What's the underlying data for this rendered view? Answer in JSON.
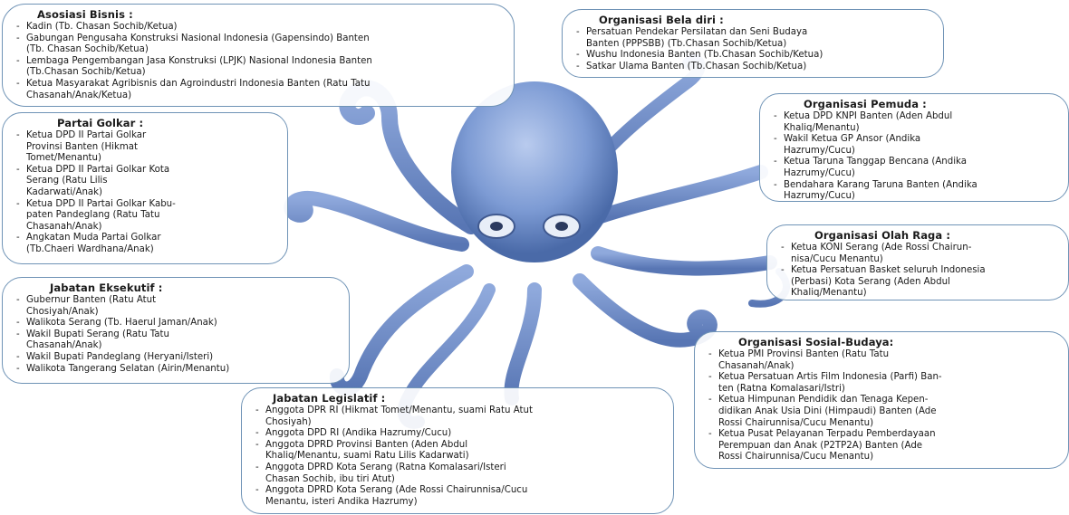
{
  "colors": {
    "box_border": "#6f93b6",
    "octopus_body": "#7d9bd4",
    "octopus_dark": "#4a6aa8",
    "octopus_light": "#b9cbee"
  },
  "illustration": {
    "name": "octopus-illustration"
  },
  "boxes": {
    "asosiasi": {
      "title": "Asosiasi Bisnis :",
      "items": [
        "Kadin  (Tb. Chasan Sochib/Ketua)",
        "Gabungan Pengusaha Konstruksi Nasional Indonesia  (Gapensindo) Banten\n(Tb. Chasan Sochib/Ketua)",
        "Lembaga Pengembangan Jasa Konstruksi (LPJK) Nasional Indonesia Banten\n(Tb.Chasan Sochib/Ketua)",
        "Ketua Masyarakat Agribisnis dan Agroindustri Indonesia Banten (Ratu Tatu\n  Chasanah/Anak/Ketua)"
      ]
    },
    "golkar": {
      "title": "Partai Golkar :",
      "items": [
        "Ketua DPD II Partai Golkar\nProvinsi Banten (Hikmat\nTomet/Menantu)",
        "Ketua DPD II Partai Golkar Kota\nSerang (Ratu Lilis\nKadarwati/Anak)",
        "Ketua DPD II Partai Golkar Kabu-\npaten Pandeglang (Ratu Tatu\nChasanah/Anak)",
        "Angkatan Muda Partai Golkar\n(Tb.Chaeri Wardhana/Anak)"
      ]
    },
    "eksekutif": {
      "title": "Jabatan Eksekutif :",
      "items": [
        "Gubernur Banten (Ratu Atut\nChosiyah/Anak)",
        "Walikota Serang (Tb. Haerul Jaman/Anak)",
        "Wakil Bupati Serang (Ratu Tatu\nChasanah/Anak)",
        "Wakil Bupati Pandeglang (Heryani/Isteri)",
        "Walikota Tangerang Selatan (Airin/Menantu)"
      ]
    },
    "legislatif": {
      "title": "Jabatan Legislatif :",
      "items": [
        "Anggota DPR RI (Hikmat Tomet/Menantu, suami Ratu Atut\nChosiyah)",
        "Anggota DPD RI (Andika Hazrumy/Cucu)",
        "Anggota DPRD Provinsi Banten (Aden Abdul\nKhaliq/Menantu, suami Ratu Lilis Kadarwati)",
        "Anggota DPRD Kota  Serang (Ratna Komalasari/Isteri\nChasan Sochib, ibu tiri Atut)",
        "Anggota DPRD Kota Serang (Ade Rossi Chairunnisa/Cucu\nMenantu,  isteri Andika Hazrumy)"
      ]
    },
    "beladiri": {
      "title": "Organisasi Bela diri :",
      "items": [
        "Persatuan Pendekar Persilatan dan Seni Budaya\nBanten (PPPSBB) (Tb.Chasan Sochib/Ketua)",
        "Wushu Indonesia Banten (Tb.Chasan Sochib/Ketua)",
        "Satkar Ulama Banten (Tb.Chasan Sochib/Ketua)"
      ]
    },
    "pemuda": {
      "title": "Organisasi Pemuda :",
      "items": [
        "Ketua DPD KNPI Banten (Aden Abdul\nKhaliq/Menantu)",
        "Wakil Ketua GP Ansor (Andika\nHazrumy/Cucu)",
        "Ketua Taruna Tanggap Bencana (Andika\nHazrumy/Cucu)",
        "Bendahara Karang Taruna Banten (Andika\n  Hazrumy/Cucu)"
      ]
    },
    "olahraga": {
      "title": "Organisasi Olah Raga :",
      "items": [
        "Ketua KONI Serang (Ade Rossi Chairun-\nnisa/Cucu Menantu)",
        "Ketua Persatuan Basket seluruh Indonesia\n(Perbasi) Kota Serang (Aden Abdul\nKhaliq/Menantu)"
      ]
    },
    "sosial": {
      "title": "Organisasi Sosial-Budaya:",
      "items": [
        "Ketua PMI Provinsi Banten (Ratu Tatu\nChasanah/Anak)",
        "Ketua Persatuan Artis Film Indonesia (Parfi) Ban-\nten (Ratna Komalasari/Istri)",
        "Ketua Himpunan Pendidik dan Tenaga Kepen-\ndidikan Anak Usia Dini (Himpaudi) Banten (Ade\nRossi Chairunnisa/Cucu Menantu)",
        "Ketua Pusat Pelayanan Terpadu Pemberdayaan\nPerempuan dan Anak (P2TP2A) Banten (Ade\n  Rossi Chairunnisa/Cucu Menantu)"
      ]
    }
  }
}
